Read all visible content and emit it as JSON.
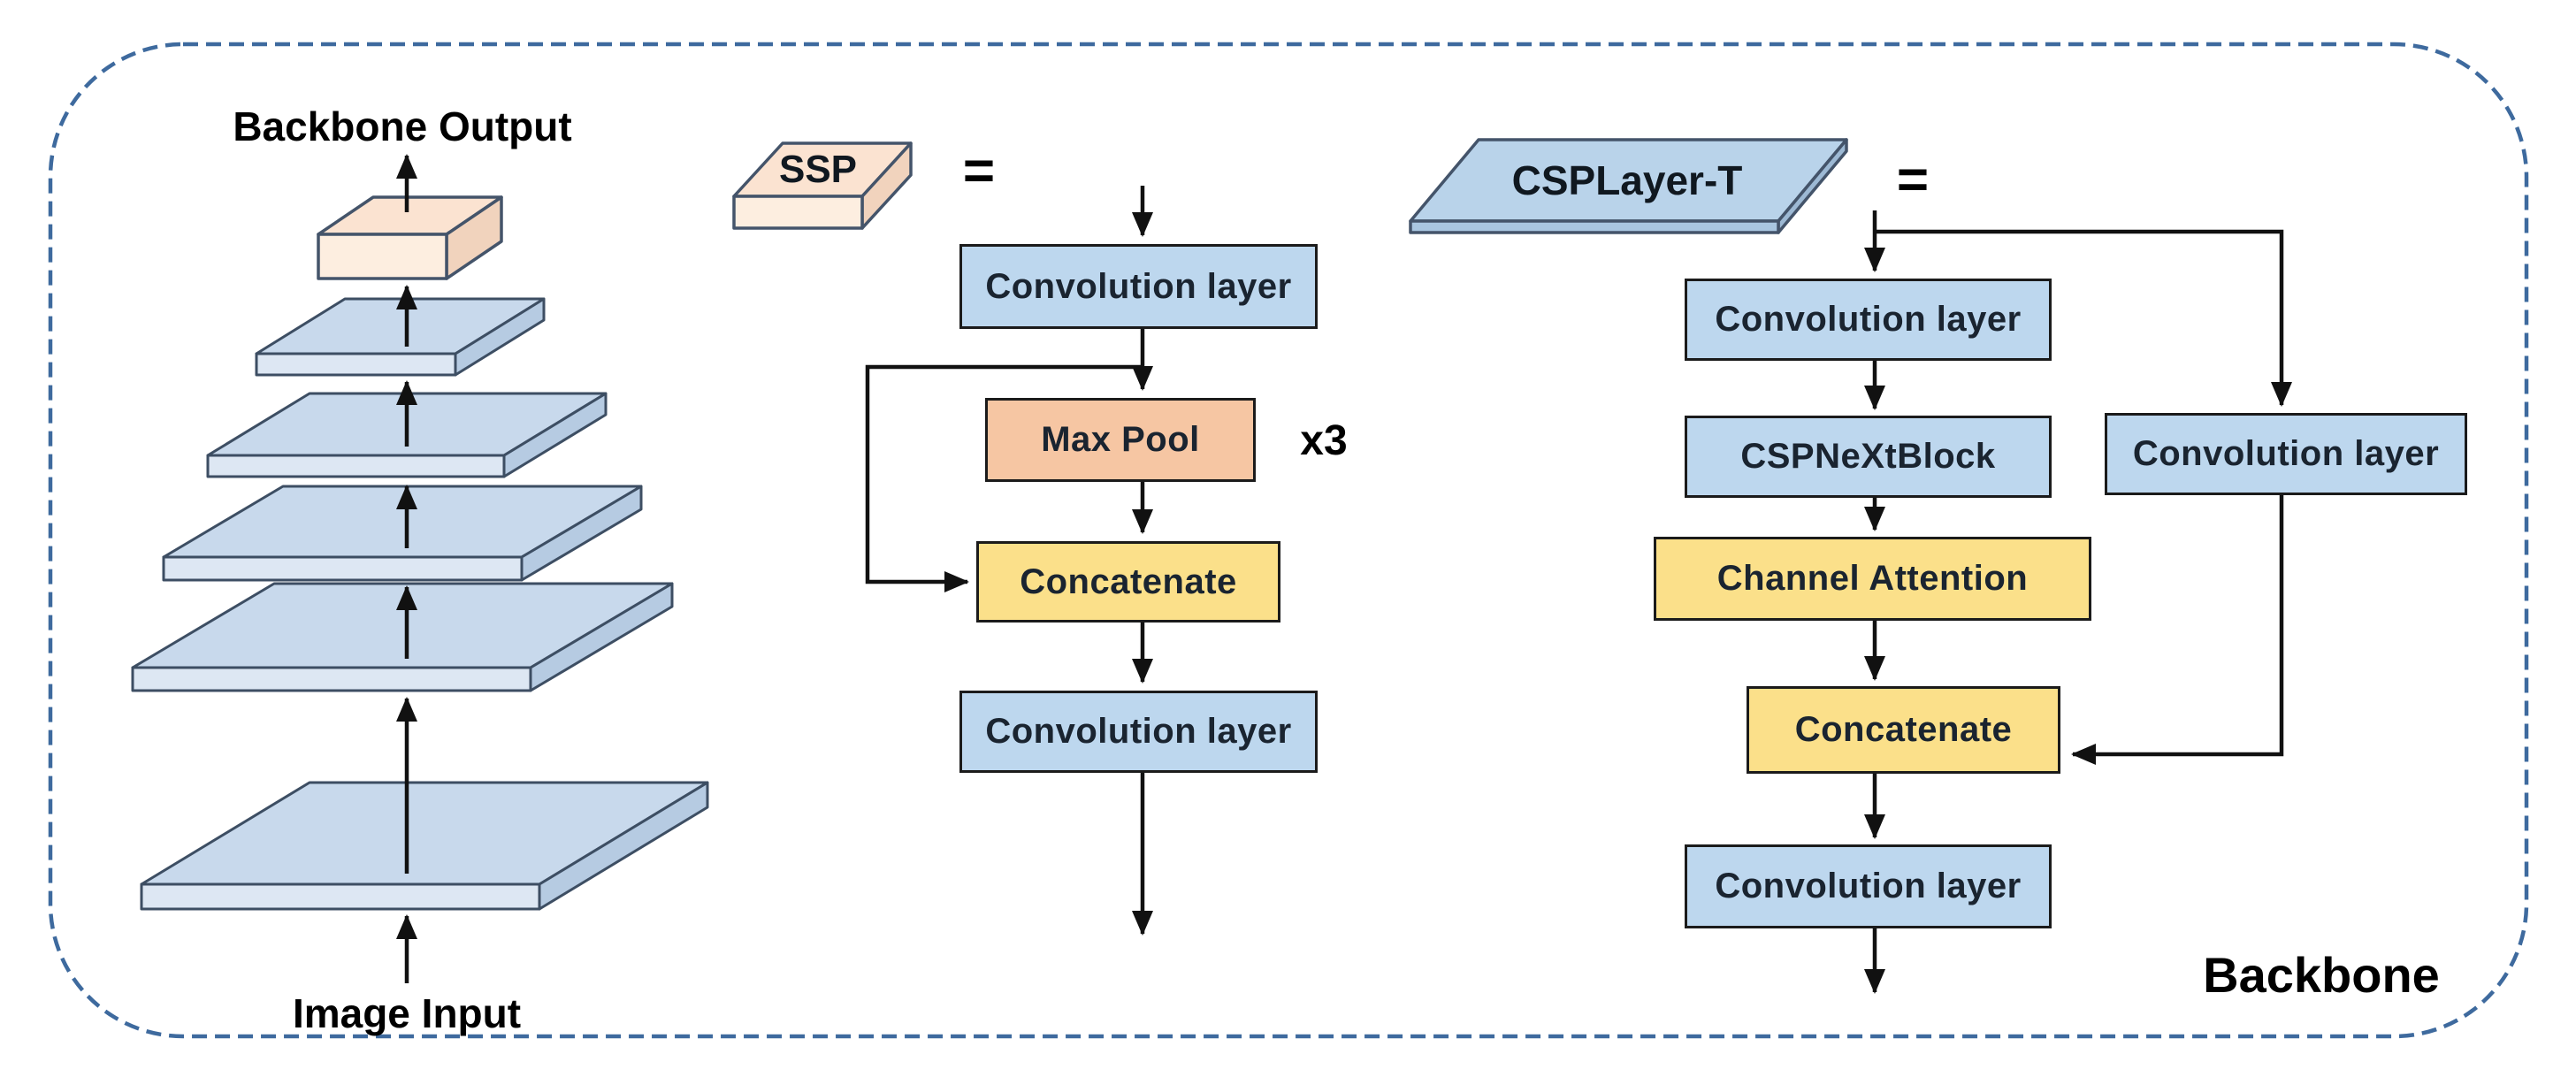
{
  "diagram": {
    "region_label": "Backbone",
    "pyramid": {
      "top_label": "Backbone Output",
      "bottom_label": "Image Input",
      "levels": 5
    },
    "ssp": {
      "block_label": "SSP",
      "equals": "=",
      "nodes": {
        "conv1": "Convolution layer",
        "maxpool": "Max Pool",
        "repeat": "x3",
        "concat": "Concatenate",
        "conv2": "Convolution layer"
      }
    },
    "csp": {
      "block_label": "CSPLayer-T",
      "equals": "=",
      "nodes": {
        "conv1": "Convolution layer",
        "cspnext": "CSPNeXtBlock",
        "conv_branch": "Convolution layer",
        "channel_attention": "Channel Attention",
        "concat": "Concatenate",
        "conv2": "Convolution layer"
      }
    },
    "colors": {
      "conv_box_fill": "#bdd7ee",
      "maxpool_fill": "#f6c6a3",
      "yellow_fill": "#fbe08a",
      "slab_fill": "#c8d9ec",
      "peach_fill": "#fbe3d1",
      "border_dash": "#3e6a9e",
      "outline": "#1b1b1b"
    }
  }
}
